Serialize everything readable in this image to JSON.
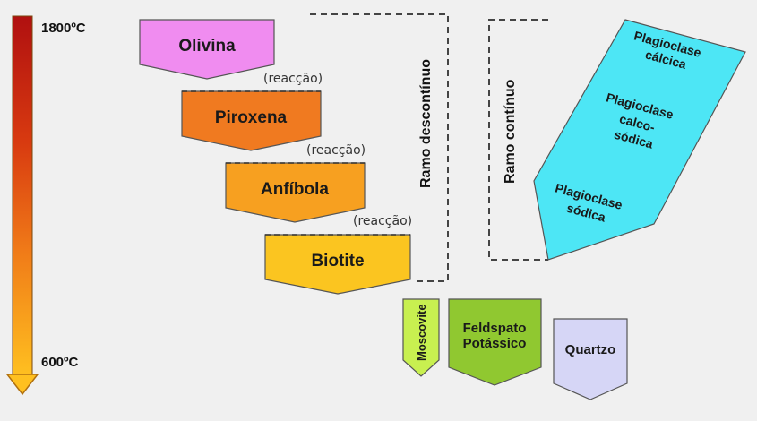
{
  "temperature": {
    "top": "1800ºC",
    "bottom": "600ºC"
  },
  "branches": {
    "discontinuous": "Ramo descontínuo",
    "continuous": "Ramo contínuo"
  },
  "minerals": {
    "olivina": "Olivina",
    "piroxena": "Piroxena",
    "anfibola": "Anfíbola",
    "biotite": "Biotite",
    "moscovite": "Moscovite",
    "feldspato_1": "Feldspato",
    "feldspato_2": "Potássico",
    "quartzo": "Quartzo"
  },
  "reaction": "(reacção)",
  "plagioclase": {
    "calcica_1": "Plagioclase",
    "calcica_2": "cálcica",
    "calcosodica_1": "Plagioclase",
    "calcosodica_2": "calco-",
    "calcosodica_3": "sódica",
    "sodica_1": "Plagioclase",
    "sodica_2": "sódica"
  },
  "colors": {
    "background": "#f0f0f0",
    "olivina": "#f08cf0",
    "piroxena": "#f07a20",
    "anfibola": "#f7a020",
    "biotite": "#fbc520",
    "moscovite": "#c8f050",
    "feldspato": "#90c830",
    "quartzo": "#d6d6f6",
    "plagioclase": "#4de6f5",
    "thermo_top": "#b01010",
    "thermo_bottom": "#ffbf20"
  }
}
